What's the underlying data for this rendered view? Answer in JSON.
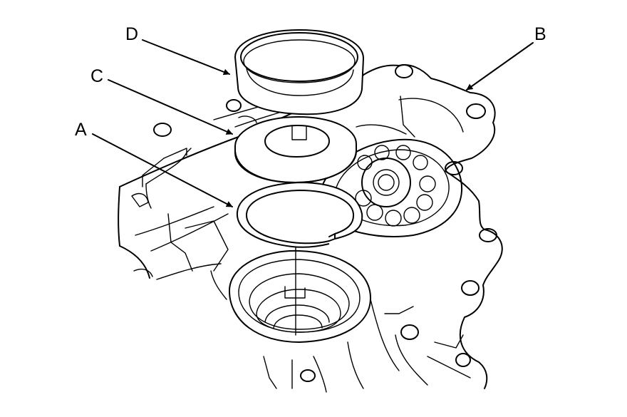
{
  "callouts": {
    "A": "A",
    "B": "B",
    "C": "C",
    "D": "D"
  }
}
